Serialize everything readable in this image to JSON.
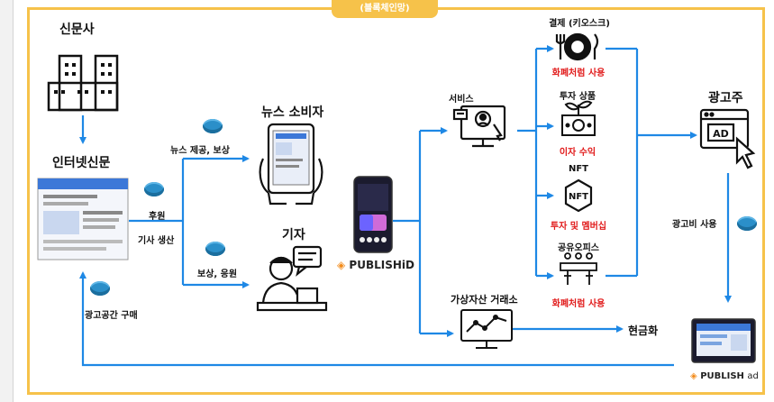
{
  "header": {
    "tab_label": "(블록체인망)"
  },
  "nodes": {
    "newspaper_company": "신문사",
    "internet_newspaper": "인터넷신문",
    "news_consumer": "뉴스 소비자",
    "journalist": "기자",
    "service": "서비스",
    "advertiser": "광고주",
    "exchange": "가상자산 거래소",
    "cash_out": "현금화"
  },
  "edges": {
    "news_provision": "뉴스 제공, 보상",
    "sponsor": "후원",
    "article_production": "기사 생산",
    "reward_support": "보상, 응원",
    "ad_space_purchase": "광고공간 구매",
    "ad_cost_use": "광고비 사용"
  },
  "services": [
    {
      "title": "결제 (키오스크)",
      "benefit": "화폐처럼 사용"
    },
    {
      "title": "투자 상품",
      "benefit": "이자 수익"
    },
    {
      "title": "NFT",
      "benefit": "투자 및 멤버십"
    },
    {
      "title": "공유오피스",
      "benefit": "화폐처럼 사용"
    }
  ],
  "brands": {
    "publishid": "PUBLISHiD",
    "publishad": "PUBLISH",
    "publishad_suffix": "ad",
    "ad_icon_text": "AD",
    "nft_icon_text": "NFT"
  },
  "colors": {
    "frame": "#f6c24a",
    "arrow": "#1e88e5",
    "accent_red": "#e11b1b",
    "coin": "#2b8fc9"
  }
}
